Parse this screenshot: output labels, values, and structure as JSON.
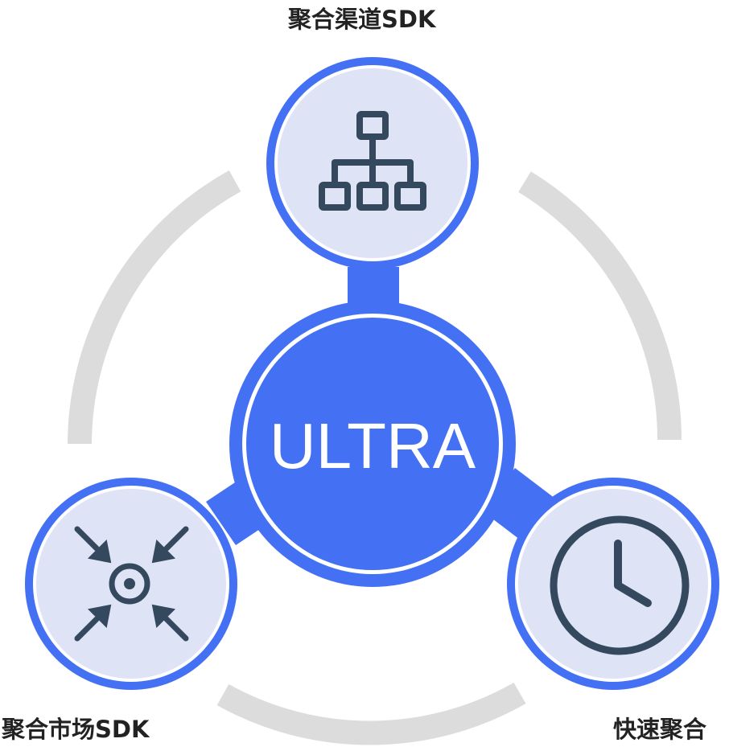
{
  "center": {
    "label": "ULTRA"
  },
  "nodes": {
    "top": {
      "label": "聚合渠道SDK",
      "icon": "hierarchy-icon"
    },
    "left": {
      "label": "聚合市场SDK",
      "icon": "converge-target-icon"
    },
    "right": {
      "label": "快速聚合",
      "icon": "clock-icon"
    }
  },
  "colors": {
    "accent": "#4470f4",
    "node_fill": "#dfe3f6",
    "icon": "#34495e",
    "ring": "#dcdcdc",
    "label": "#222222"
  }
}
